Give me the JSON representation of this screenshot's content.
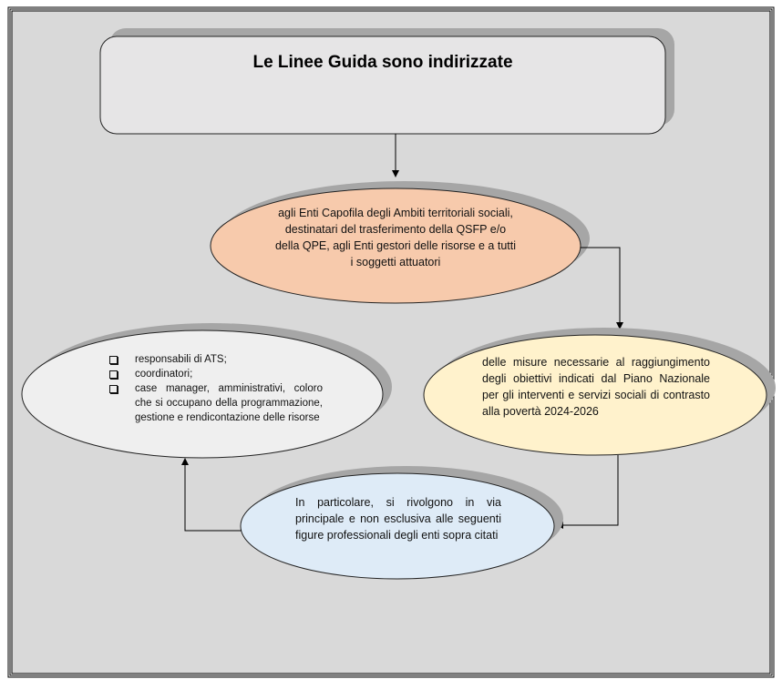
{
  "title": "Le Linee Guida sono indirizzate",
  "nodes": {
    "enti": "agli Enti Capofila degli Ambiti territoriali sociali, destinatari del trasferimento della QSFP e/o della QPE, agli Enti gestori delle risorse e a tutti i soggetti attuatori",
    "misure": "delle misure necessarie al raggiungimento degli obiettivi indicati dal Piano Nazionale per gli interventi e servizi sociali di contrasto alla povertà 2024-2026",
    "particolare": "In particolare, si rivolgono in via principale e non esclusiva alle seguenti figure professionali degli enti sopra citati",
    "figure": [
      "responsabili di ATS;",
      "coordinatori;",
      "case manager, amministrativi, coloro che si occupano della programmazione, gestione e rendicontazione delle risorse"
    ]
  },
  "colors": {
    "background": "#d9d9d9",
    "title_box": "#e6e5e6",
    "enti": "#f7caac",
    "misure": "#fff2cc",
    "particolare": "#deebf7",
    "figure": "#efefef",
    "shadow": "#a6a6a6"
  }
}
